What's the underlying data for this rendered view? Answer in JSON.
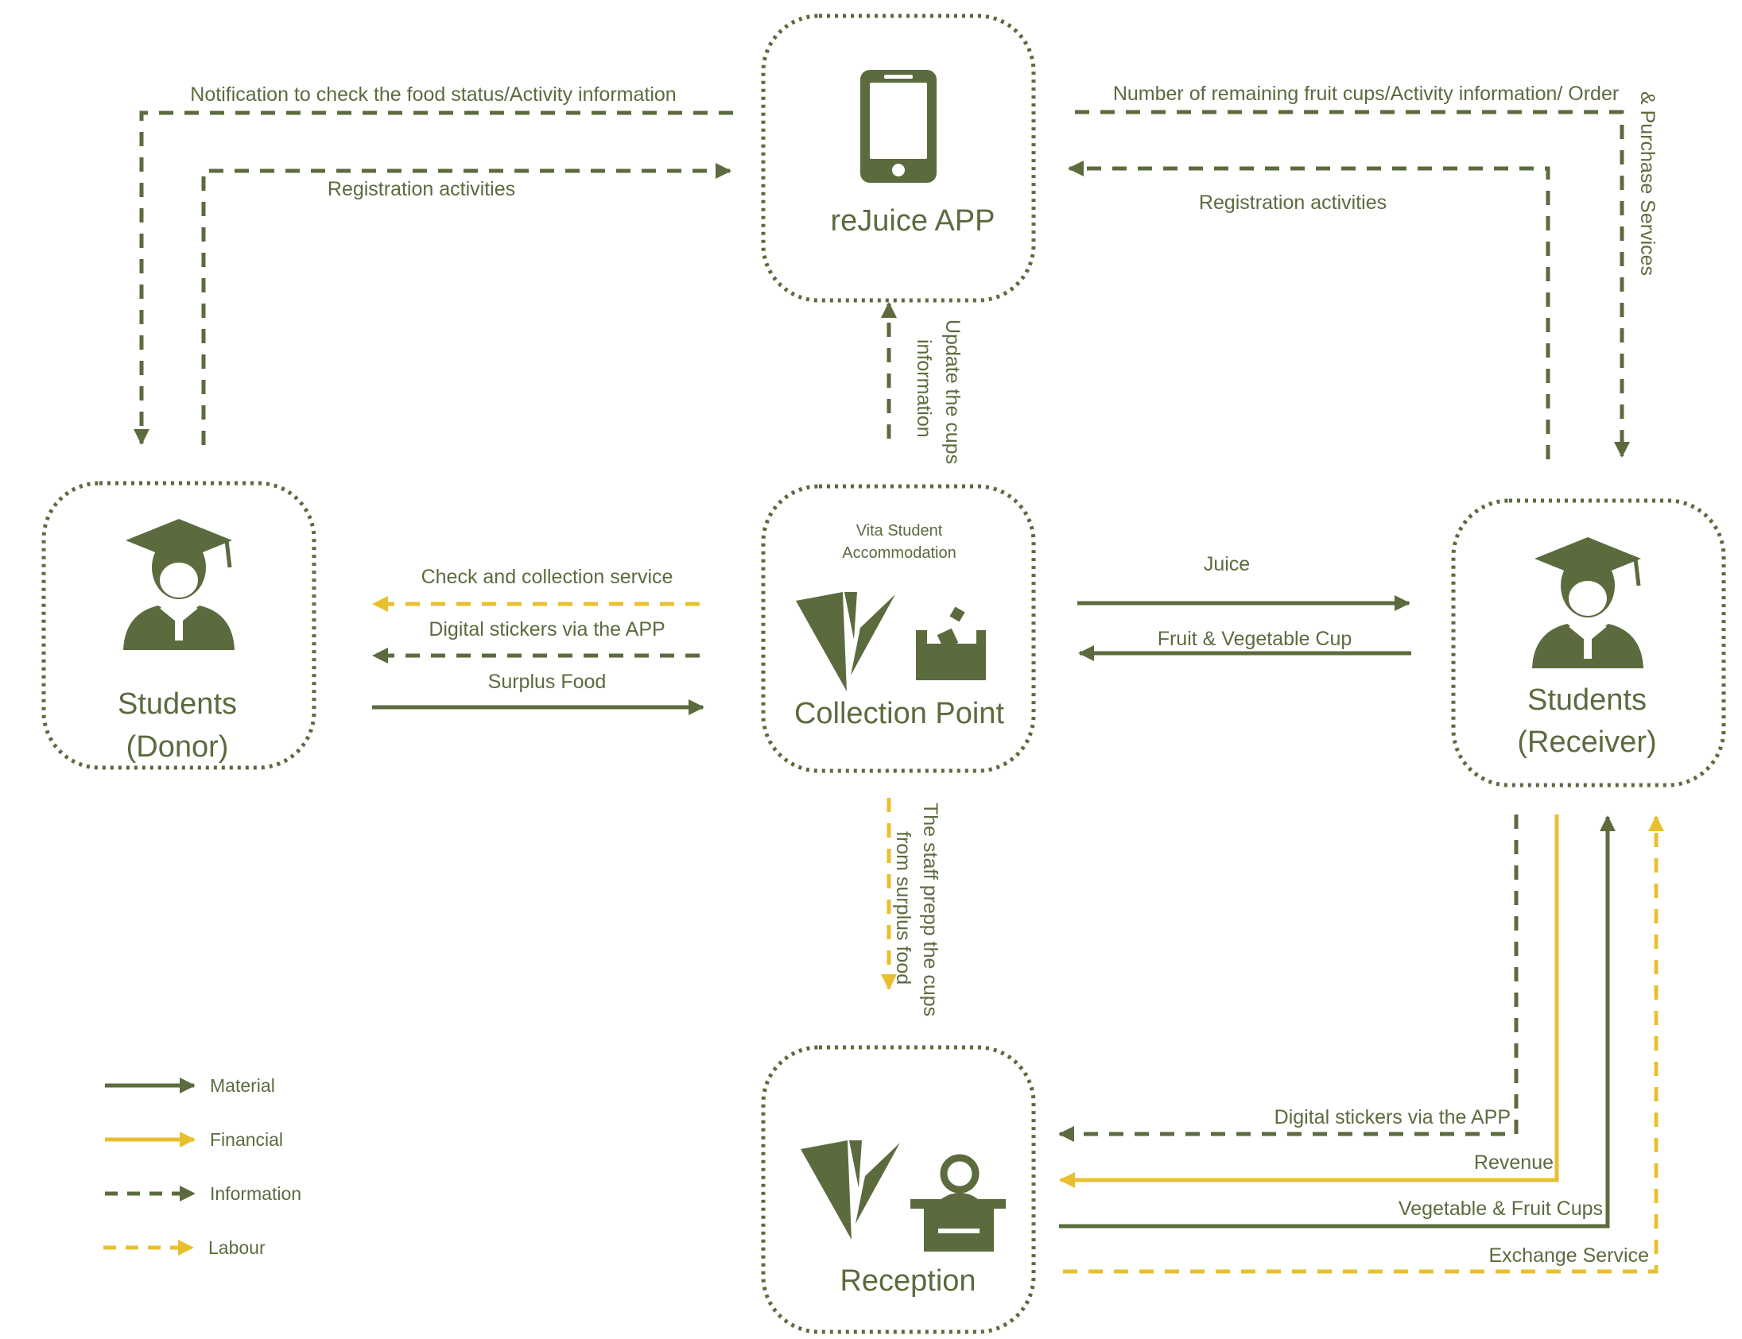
{
  "colors": {
    "green": "#5b6b3e",
    "yellow": "#e8c02f",
    "white": "#ffffff"
  },
  "nodes": {
    "app": {
      "title": "reJuice APP",
      "icon": "smartphone-icon"
    },
    "donor": {
      "title_line1": "Students",
      "title_line2": "(Donor)",
      "icon": "graduate-student-icon"
    },
    "collection": {
      "subtitle_line1": "Vita Student",
      "subtitle_line2": "Accommodation",
      "title": "Collection Point",
      "icons": [
        "vita-logo-icon",
        "collection-box-icon"
      ]
    },
    "receiver": {
      "title_line1": "Students",
      "title_line2": "(Receiver)",
      "icon": "graduate-student-icon"
    },
    "reception": {
      "title": "Reception",
      "icons": [
        "vita-logo-icon",
        "receptionist-desk-icon"
      ]
    }
  },
  "flows": {
    "notification": "Notification to check the food status/Activity information",
    "registration_left": "Registration activities",
    "remaining_part1": "Number of remaining fruit cups/Activity information/ Order",
    "remaining_part2": "& Purchase Services",
    "registration_right": "Registration activities",
    "update_line1": "Update the cups",
    "update_line2": "information",
    "check_collection": "Check and collection service",
    "digital_stickers_left": "Digital stickers via the APP",
    "surplus_food": "Surplus Food",
    "juice": "Juice",
    "fruit_veg_cup": "Fruit & Vegetable Cup",
    "staff_line1": "The staff prepp the cups",
    "staff_line2": "from surplus food",
    "digital_stickers_right": "Digital stickers via the APP",
    "revenue": "Revenue",
    "veg_fruit_cups": "Vegetable & Fruit Cups",
    "exchange_service": "Exchange Service"
  },
  "legend": [
    {
      "label": "Material",
      "color": "#5b6b3e",
      "style": "solid"
    },
    {
      "label": "Financial",
      "color": "#e8c02f",
      "style": "solid"
    },
    {
      "label": "Information",
      "color": "#5b6b3e",
      "style": "dashed"
    },
    {
      "label": "Labour",
      "color": "#e8c02f",
      "style": "dashed"
    }
  ]
}
